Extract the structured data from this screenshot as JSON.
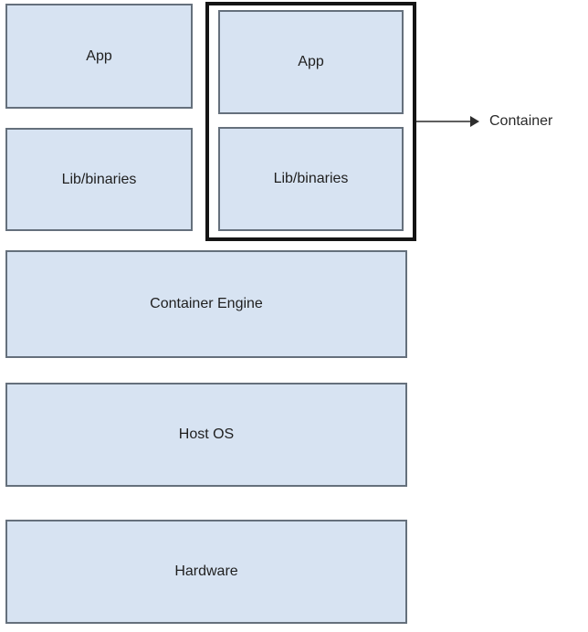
{
  "diagram": {
    "type": "layered-architecture",
    "left_column": [
      {
        "label": "App"
      },
      {
        "label": "Lib/binaries"
      }
    ],
    "container_group": {
      "boxes": [
        {
          "label": "App"
        },
        {
          "label": "Lib/binaries"
        }
      ],
      "callout_label": "Container"
    },
    "layers": [
      {
        "label": "Container Engine"
      },
      {
        "label": "Host OS"
      },
      {
        "label": "Hardware"
      }
    ],
    "colors": {
      "box_fill": "#d7e3f2",
      "box_border": "#65707c",
      "container_outline": "#141414",
      "arrow": "#5f5f5f",
      "text": "#1f1f1f",
      "background": "#ffffff"
    }
  }
}
